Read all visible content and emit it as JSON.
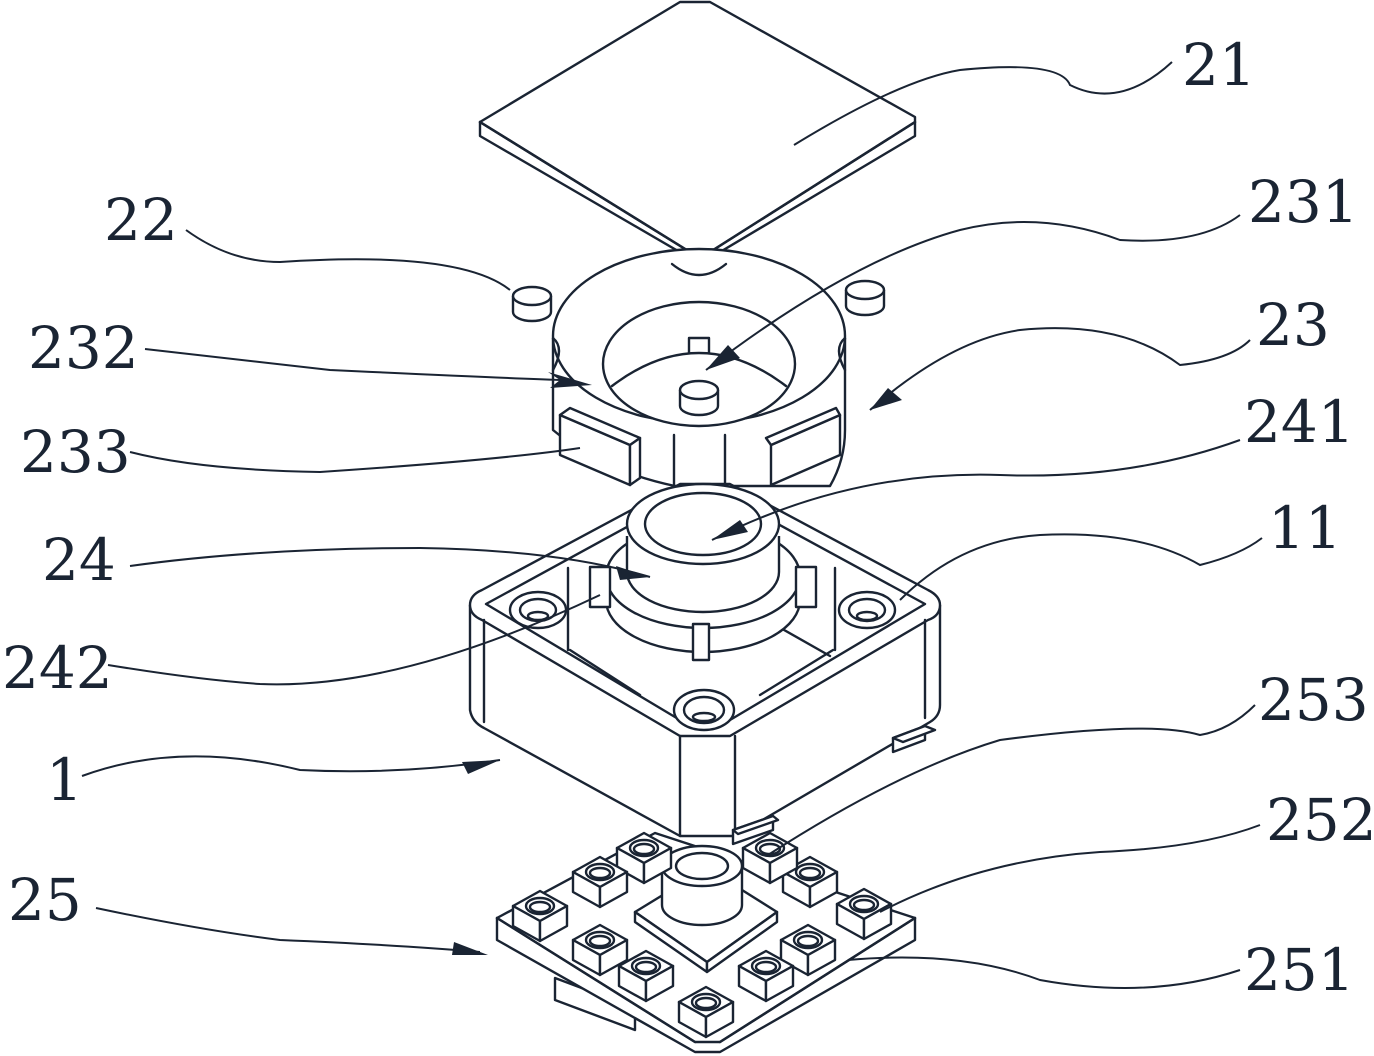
{
  "figure": {
    "type": "exploded-assembly-patent-drawing",
    "line_color": "#1a2433",
    "background": "#ffffff"
  },
  "labels": [
    {
      "id": "21",
      "text": "21",
      "part": "top-plate"
    },
    {
      "id": "22",
      "text": "22",
      "part": "magnet-pin"
    },
    {
      "id": "231",
      "text": "231",
      "part": "ring-inner-post"
    },
    {
      "id": "232",
      "text": "232",
      "part": "ring-top-face"
    },
    {
      "id": "23",
      "text": "23",
      "part": "rotating-ring"
    },
    {
      "id": "233",
      "text": "233",
      "part": "ring-side-block"
    },
    {
      "id": "241",
      "text": "241",
      "part": "hub-bore"
    },
    {
      "id": "24",
      "text": "24",
      "part": "central-hub"
    },
    {
      "id": "11",
      "text": "11",
      "part": "housing-screw-boss"
    },
    {
      "id": "242",
      "text": "242",
      "part": "hub-tab"
    },
    {
      "id": "253",
      "text": "253",
      "part": "board-connector-block"
    },
    {
      "id": "1",
      "text": "1",
      "part": "housing"
    },
    {
      "id": "252",
      "text": "252",
      "part": "board-socket"
    },
    {
      "id": "25",
      "text": "25",
      "part": "circuit-board"
    },
    {
      "id": "251",
      "text": "251",
      "part": "board-base"
    }
  ]
}
